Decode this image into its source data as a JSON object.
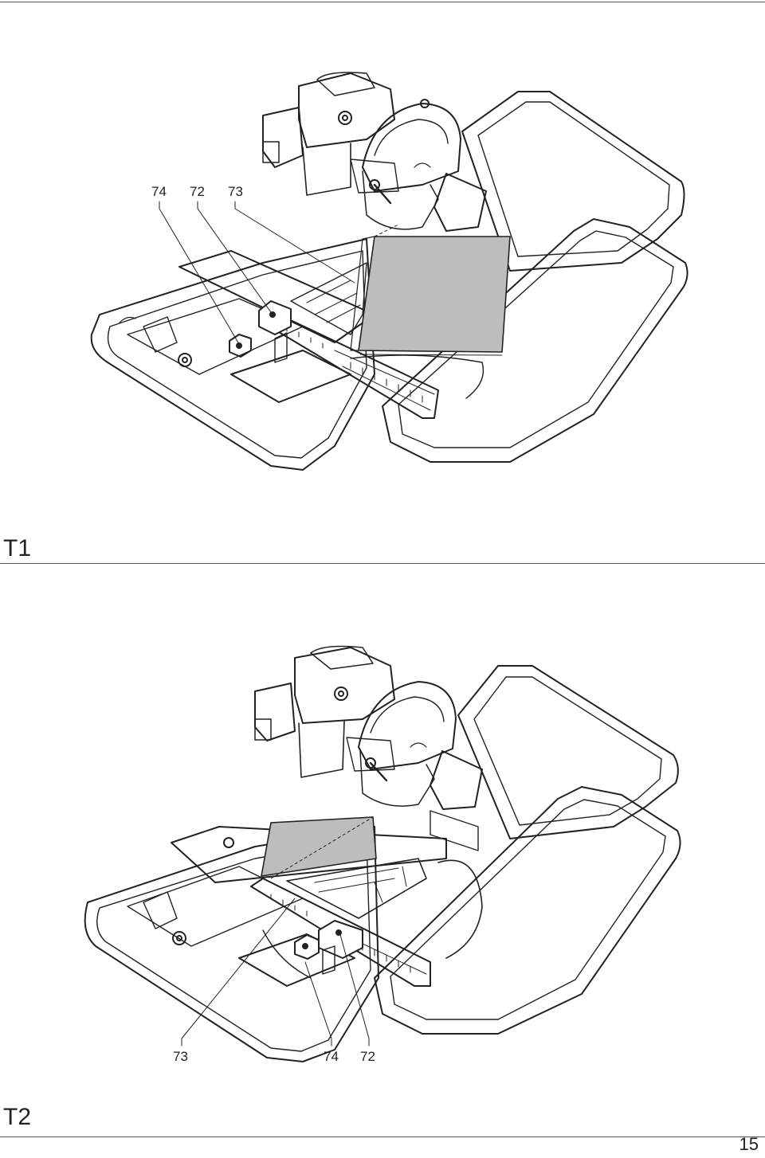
{
  "figures": [
    {
      "label": "T1",
      "callouts": [
        "74",
        "72",
        "73"
      ]
    },
    {
      "label": "T2",
      "callouts": [
        "73",
        "74",
        "72"
      ]
    }
  ],
  "page_number": "15",
  "colors": {
    "line": "#222222",
    "tile": "#bdbdbd",
    "rule": "#555555"
  }
}
